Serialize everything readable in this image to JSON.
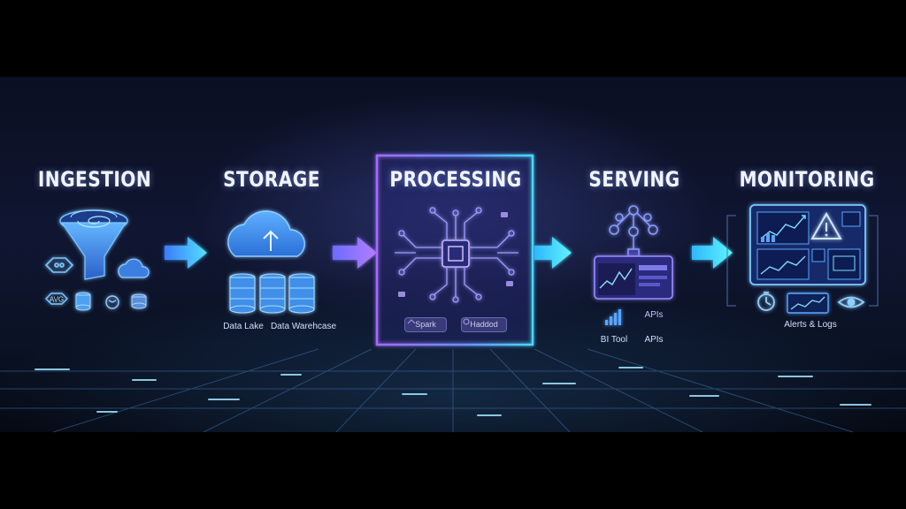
{
  "stages": [
    {
      "title": "INGESTION",
      "badge": "AVG"
    },
    {
      "title": "STORAGE",
      "captions": [
        "Data Lake",
        "Data Warehcase"
      ]
    },
    {
      "title": "PROCESSING",
      "tools": [
        "Spark",
        "Haddod"
      ]
    },
    {
      "title": "SERVING",
      "captions": [
        "BI Tool",
        "APIs",
        "APIs"
      ]
    },
    {
      "title": "MONITORING",
      "captions": [
        "Alerts & Logs"
      ]
    }
  ],
  "colors": {
    "cyan": "#4fd8ff",
    "blue": "#5aa6ff",
    "violet": "#a77bff",
    "background": "#0b1022",
    "title": "#f2f4ff"
  },
  "icons": [
    "funnel-icon",
    "cloud-icon",
    "database-icon",
    "chip-icon",
    "hierarchy-icon",
    "dashboard-icon",
    "alert-icon",
    "timer-icon",
    "eye-icon",
    "arrow-right-icon"
  ]
}
